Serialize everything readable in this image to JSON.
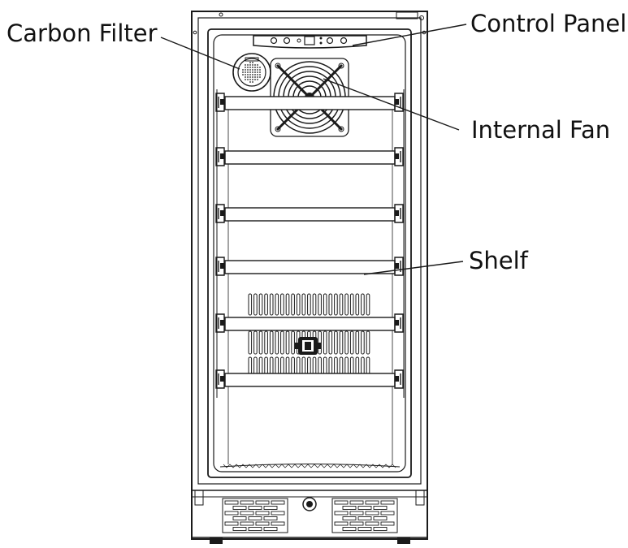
{
  "callouts": {
    "carbon_filter": "Carbon Filter",
    "control_panel": "Control Panel",
    "internal_fan": "Internal Fan",
    "shelf": "Shelf"
  },
  "shelf_count": 6,
  "colors": {
    "line": "#1a1a1a",
    "background": "#ffffff",
    "fill_light": "#f4f4f4"
  }
}
